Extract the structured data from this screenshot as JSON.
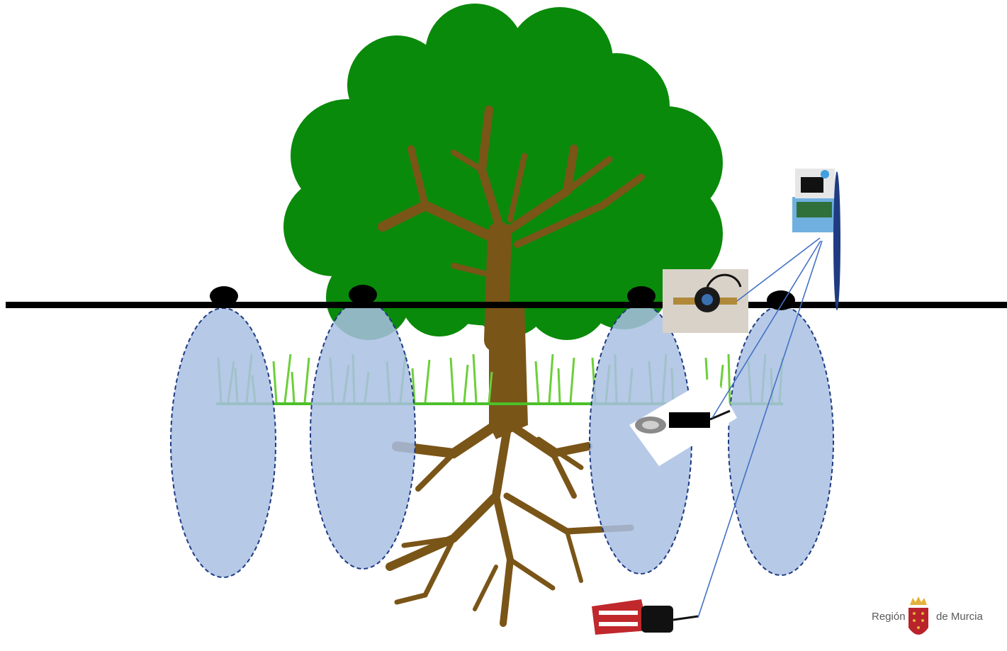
{
  "logo": {
    "left_text": "Región",
    "right_text": "de Murcia",
    "brand_red": "#b8242a",
    "brand_gold": "#e3b23c"
  },
  "colors": {
    "canopy": "#0a8a0a",
    "trunk": "#7a5518",
    "wet_bulb_fill": "#a9bfe3",
    "wet_bulb_stroke": "#1f3b82",
    "drip_line": "#000000",
    "grass": "#4cc02a",
    "cable": "#4472c4"
  },
  "diagram": {
    "emitters": [
      "emitter-1",
      "emitter-2",
      "emitter-3",
      "emitter-4"
    ],
    "sensors": [
      "flow-meter",
      "soil-moisture-probe-shallow",
      "soil-moisture-probe-deep",
      "iot-datalogger"
    ]
  }
}
